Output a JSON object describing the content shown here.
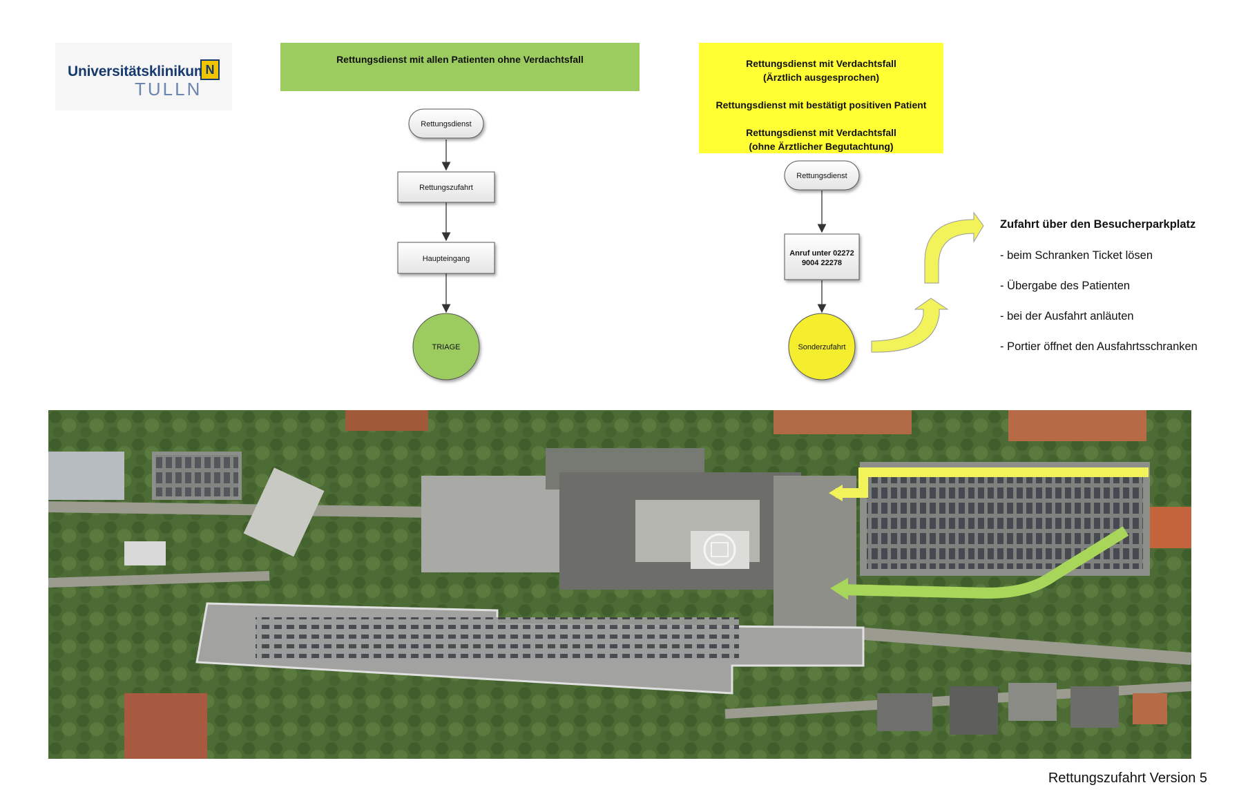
{
  "logo": {
    "line1": "Universitätsklinikum",
    "line2": "TULLN",
    "badge": "N"
  },
  "left_flow": {
    "header": "Rettungsdienst mit allen Patienten ohne Verdachtsfall",
    "nodes": [
      "Rettungsdienst",
      "Rettungszufahrt",
      "Haupteingang",
      "TRIAGE"
    ]
  },
  "right_flow": {
    "header": [
      "Rettungsdienst mit Verdachtsfall\n(Ärztlich ausgesprochen)",
      "Rettungsdienst mit bestätigt positiven Patient",
      "Rettungsdienst mit Verdachtsfall\n(ohne Ärztlicher Begutachtung)"
    ],
    "nodes": [
      "Rettungsdienst",
      "Anruf unter 02272 9004 22278",
      "Sonderzufahrt"
    ],
    "node_call_lines": [
      "Anruf unter 02272",
      "9004 22278"
    ]
  },
  "notes": {
    "title": "Zufahrt über den Besucherparkplatz",
    "items": [
      "- beim Schranken Ticket lösen",
      "- Übergabe des Patienten",
      "- bei der Ausfahrt anläuten",
      "- Portier öffnet den Ausfahrtsschranken"
    ]
  },
  "footer": {
    "version": "Rettungszufahrt Version 5"
  },
  "colors": {
    "green": "#9ccb5f",
    "yellow": "#ffff33",
    "route_yellow": "#f2f25a",
    "route_green": "#a8d65a"
  }
}
